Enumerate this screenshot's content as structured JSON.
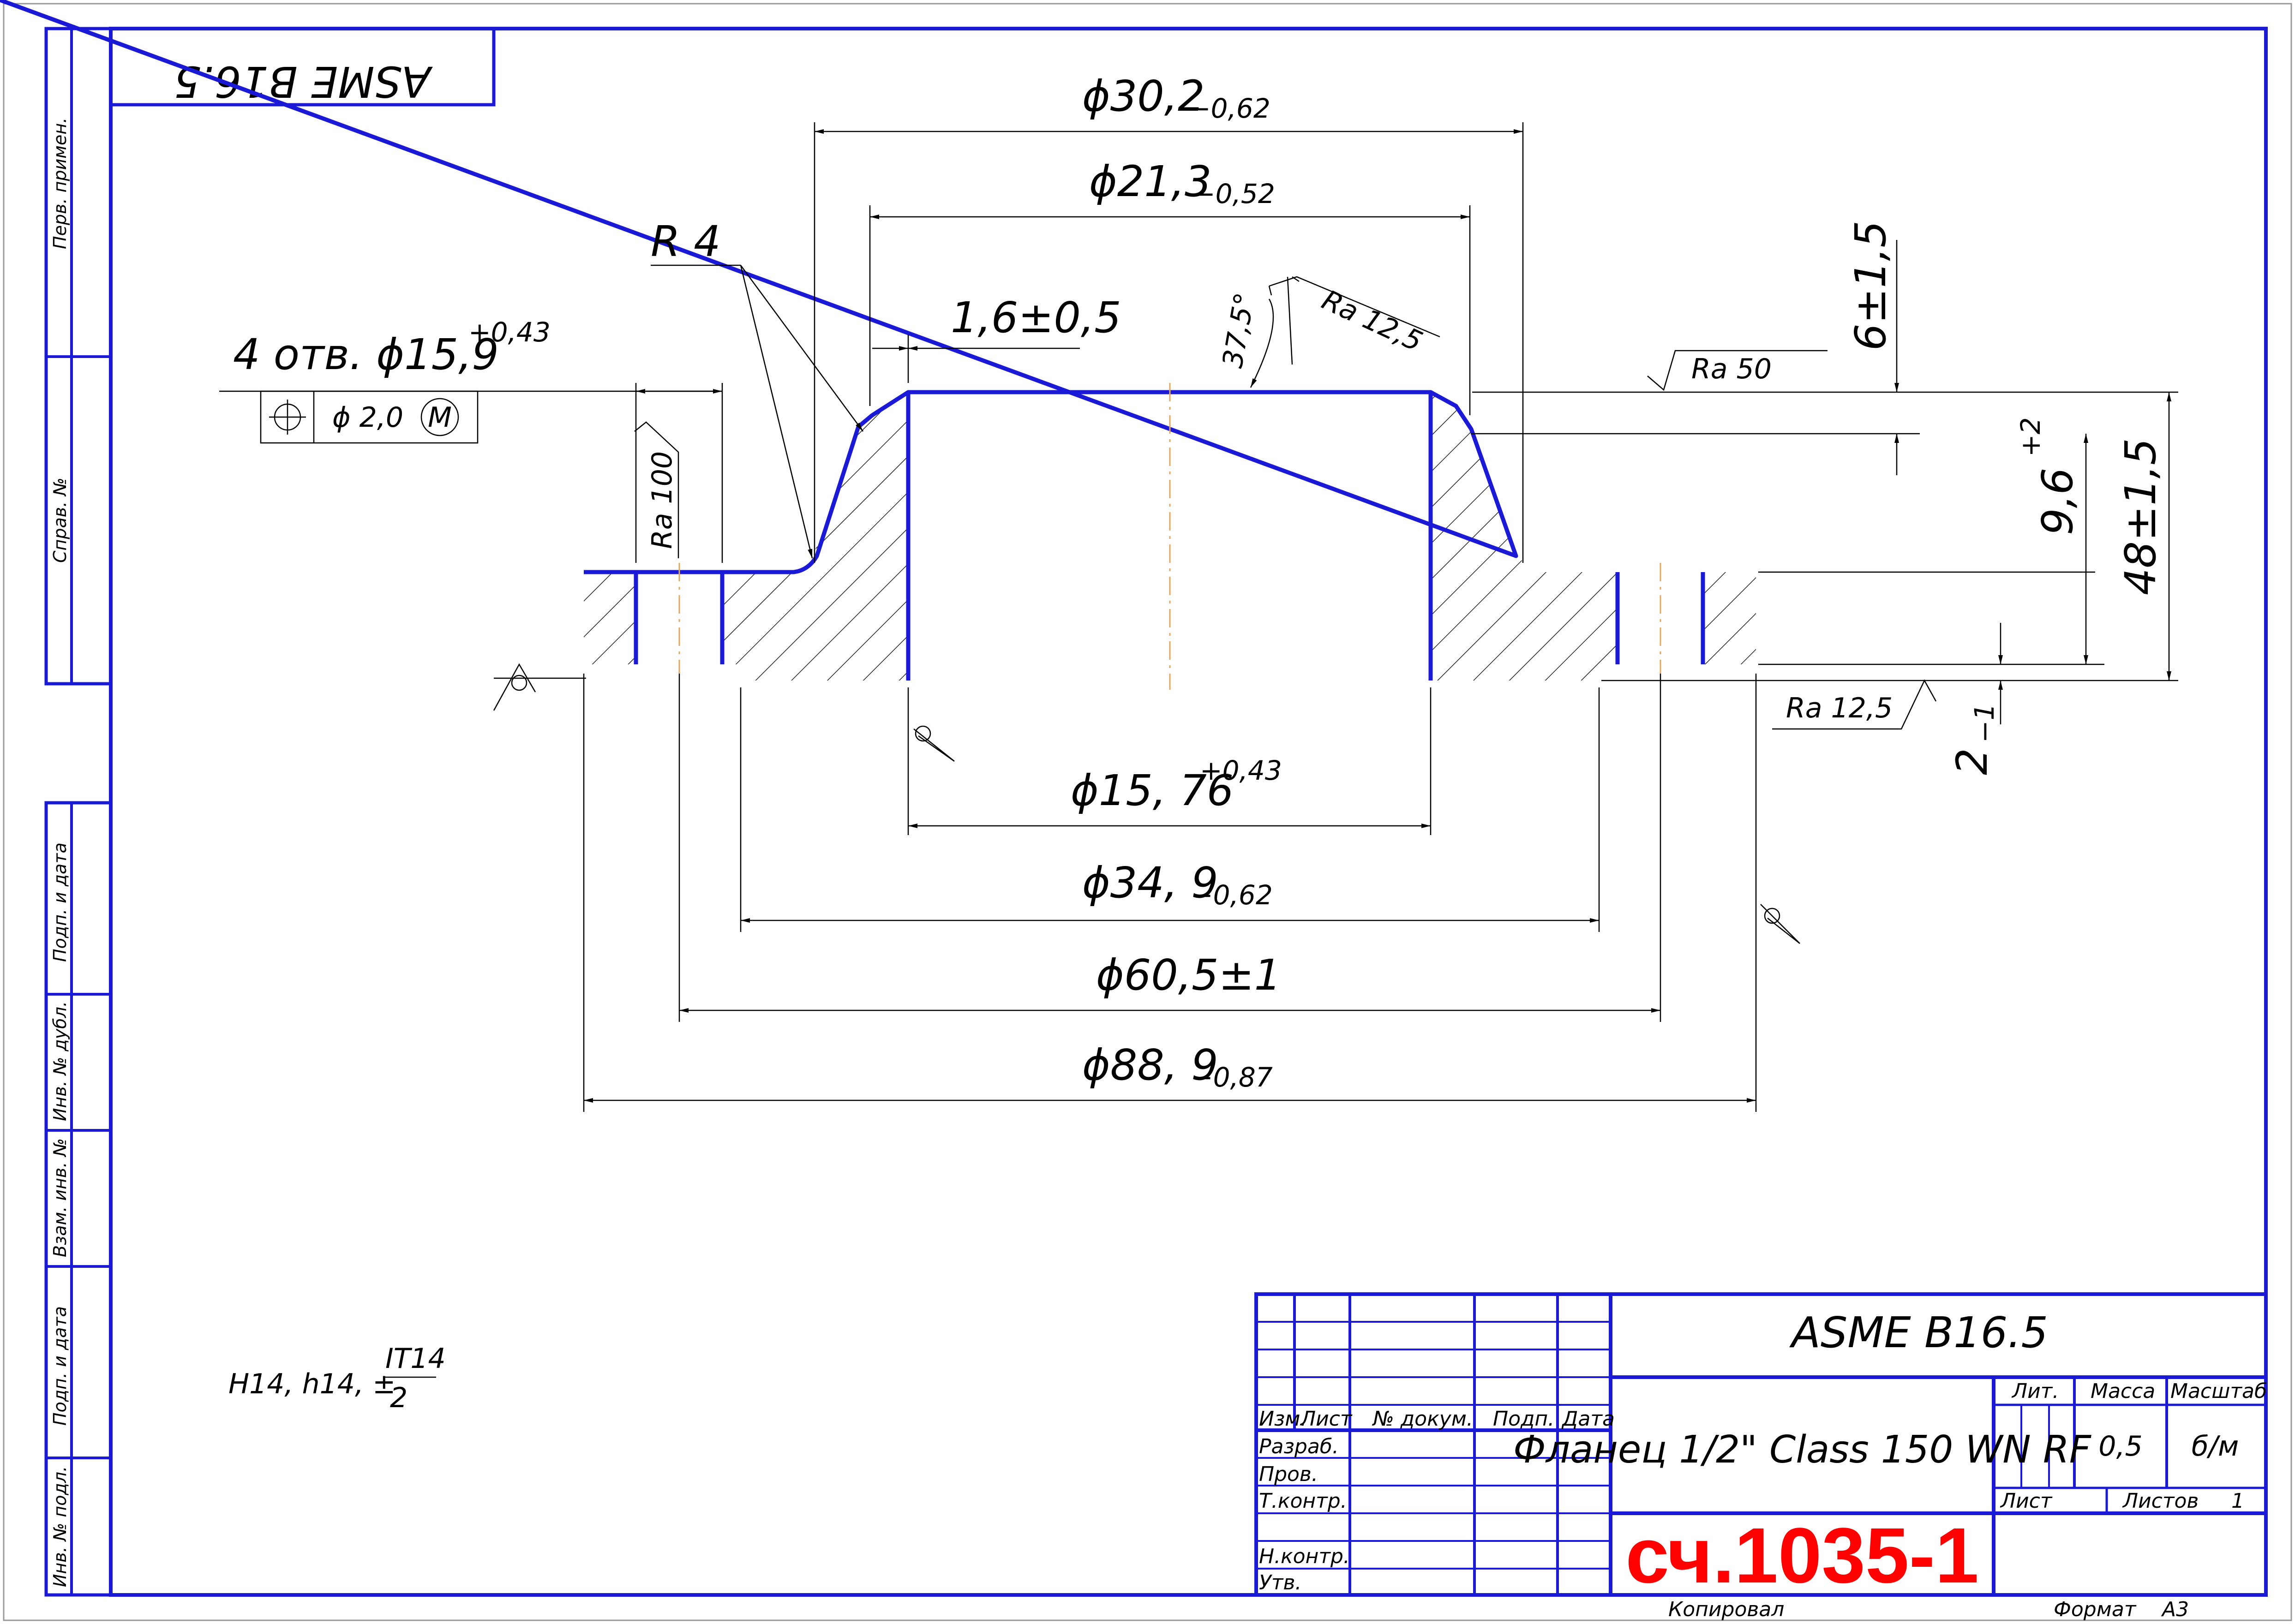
{
  "colors": {
    "frame": "#1a1ad6",
    "stamp": "#ff0000",
    "axis": "#e0a860",
    "line": "#000000"
  },
  "top_stamp": "ASME B16.5",
  "side_strip": {
    "perv_primen": "Перв. примен.",
    "sprav_no": "Справ. №",
    "podp_data_1": "Подп. и дата",
    "inv_dubl": "Инв. № дубл.",
    "vzam_inv": "Взам. инв. №",
    "podp_data_2": "Подп. и дата",
    "inv_podl": "Инв. № подл."
  },
  "dimensions": {
    "d30": {
      "base": "ϕ30,2",
      "tol": "−0,62"
    },
    "d21": {
      "base": "ϕ21,3",
      "tol": "−0,52"
    },
    "r4": "R 4",
    "t16": "1,6±0,5",
    "angle": "37,5°",
    "ra125_top": "Ra 12,5",
    "holes": {
      "base": "4 отв. ϕ15,9",
      "tol": "+0,43"
    },
    "position_tol": "ϕ 2,0",
    "position_mod": "M",
    "ra50": "Ra 50",
    "h6": "6±1,5",
    "h96": {
      "base": "9,6",
      "tol": "+2"
    },
    "h48": "48±1,5",
    "ra100": "Ra 100",
    "ra125_right": "Ra 12,5",
    "h2": {
      "base": "2",
      "tol": "−1"
    },
    "d1576": {
      "base": "ϕ15, 76",
      "tol": "+0,43"
    },
    "d349": {
      "base": "ϕ34, 9",
      "tol": "−0,62"
    },
    "d605": "ϕ60,5±1",
    "d889": {
      "base": "ϕ88, 9",
      "tol": "−0,87"
    }
  },
  "note": {
    "prefix": "H14, h14, ±",
    "num": "IT14",
    "den": "2"
  },
  "title_block": {
    "standard": "ASME B16.5",
    "name": "Фланец 1/2\" Class 150 WN RF",
    "headers": {
      "izm": "Изм.",
      "list": "Лист",
      "doc": "№ докум.",
      "podp": "Подп.",
      "data": "Дата"
    },
    "roles": {
      "razrab": "Разраб.",
      "prov": "Пров.",
      "tkontr": "Т.контр.",
      "nkontr": "Н.контр.",
      "utv": "Утв."
    },
    "lit": "Лит.",
    "massa_label": "Масса",
    "masshtab_label": "Масштаб",
    "massa": "0,5",
    "masshtab": "б/м",
    "list_label": "Лист",
    "listov_label": "Листов",
    "listov": "1",
    "stamp": "сч.1035-1"
  },
  "footer": {
    "kopiroval": "Копировал",
    "format_label": "Формат",
    "format": "А3"
  }
}
